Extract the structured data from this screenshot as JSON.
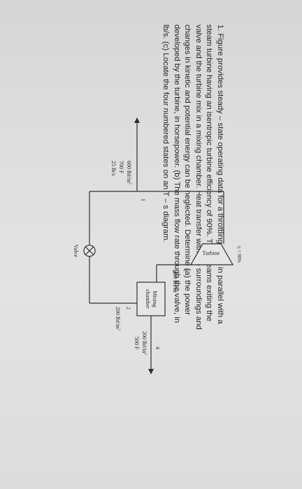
{
  "problem": {
    "text": "1. Figure provides steady – state operating data for a throttling valve in parallel with a steam turbine having an isentropic turbine efficiency of 90%. The streams exiting the valve and the turbine mix in a mixing chamber. Heat transfer with the surroundings and changes in kinetic and potential energy can be neglected. Determine (a) the power developed by the turbine, in horsepower. (b) The mass flow rate through the valve, in lb/s. (c) Locate the four numbered states on an T – s diagram."
  },
  "diagram": {
    "efficiency_label": "η = 90%",
    "turbine_label": "Turbine",
    "mixing_chamber_line1": "Mixing",
    "mixing_chamber_line2": "chamber",
    "valve_label": "Valve",
    "state1": {
      "number": "1",
      "pressure": "600 lbf/in",
      "pressure_exp": "2",
      "temperature": "700 F",
      "flow": "25 lb/s"
    },
    "state2": {
      "number": "2",
      "pressure": "200 lbf/in",
      "pressure_exp": "2"
    },
    "state3": {
      "number": "3",
      "pressure": "200 lbf/in",
      "pressure_exp": "2"
    },
    "state4": {
      "number": "4",
      "pressure": "200 lbf/in",
      "pressure_exp": "2",
      "temperature": "500 F"
    }
  },
  "colors": {
    "line": "#2f2f2f",
    "text": "#222222",
    "background": "#dedede"
  }
}
